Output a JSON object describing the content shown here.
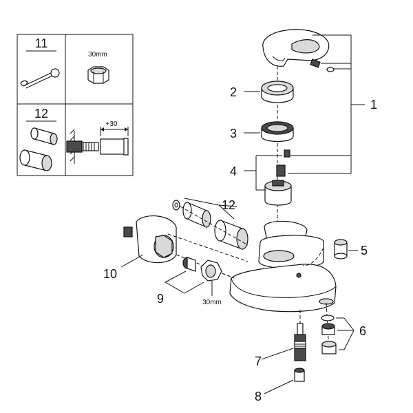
{
  "inset": {
    "tool_label": "11",
    "tool_size": "30mm",
    "extension_label": "12",
    "extension_size": "+30"
  },
  "callouts": {
    "c1": "1",
    "c2": "2",
    "c3": "3",
    "c4": "4",
    "c5": "5",
    "c6": "6",
    "c7": "7",
    "c8": "8",
    "c9": "9",
    "c10": "10",
    "c12": "12",
    "nut_size": "30mm"
  }
}
